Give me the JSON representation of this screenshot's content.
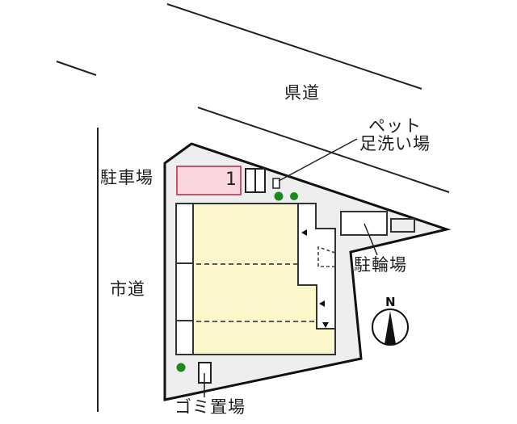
{
  "labels": {
    "prefectural_road": "県道",
    "city_road": "市道",
    "parking": "駐車場",
    "pet_foot_wash_line1": "ペット",
    "pet_foot_wash_line2": "足洗い場",
    "bicycle_parking": "駐輪場",
    "garbage_area": "ゴミ置場"
  },
  "parking_spot": {
    "number": "1",
    "fill_color": "#f9d6de",
    "border_color": "#c0566e"
  },
  "compass": {
    "label": "N",
    "icon": "north-arrow-icon"
  },
  "colors": {
    "site_fill": "#eeeeee",
    "building_fill": "#fdf8cc",
    "tree": "#1a8a1a",
    "line": "#222222"
  },
  "trees": 3
}
